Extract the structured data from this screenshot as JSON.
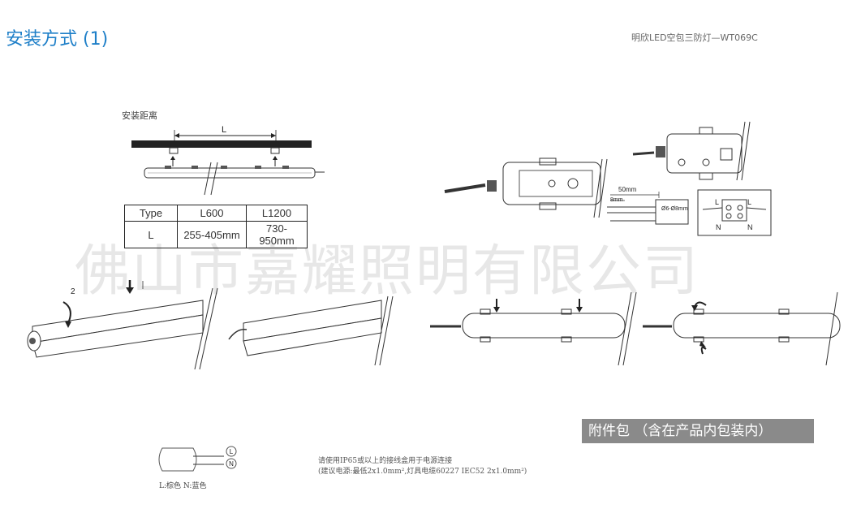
{
  "header": {
    "title": "安装方式 (1)",
    "product": "明欣LED空包三防灯—WT069C"
  },
  "install_distance": {
    "label": "安装距离",
    "dimension_label": "L"
  },
  "spec_table": {
    "headers": [
      "Type",
      "L600",
      "L1200"
    ],
    "rows": [
      [
        "L",
        "255-405mm",
        "730-950mm"
      ]
    ]
  },
  "watermark": "佛山市嘉耀照明有限公司",
  "wiring": {
    "cable_length": "50mm",
    "strip_length": "8mm",
    "diameter": "Ø6-Ø8mm",
    "terminal_L": "L",
    "terminal_N": "N"
  },
  "rotation_step": "2",
  "accessory": {
    "title": "附件包 （含在产品内包装内）"
  },
  "notes": {
    "line1": "请使用IP65或以上的接线盒用于电源连接",
    "line2": "(建议电源:最低2x1.0mm²,灯具电缆60227 IEC52 2x1.0mm²)"
  },
  "wire_legend": {
    "text": "L:棕色 N:蓝色",
    "L_symbol": "L",
    "N_symbol": "N"
  }
}
